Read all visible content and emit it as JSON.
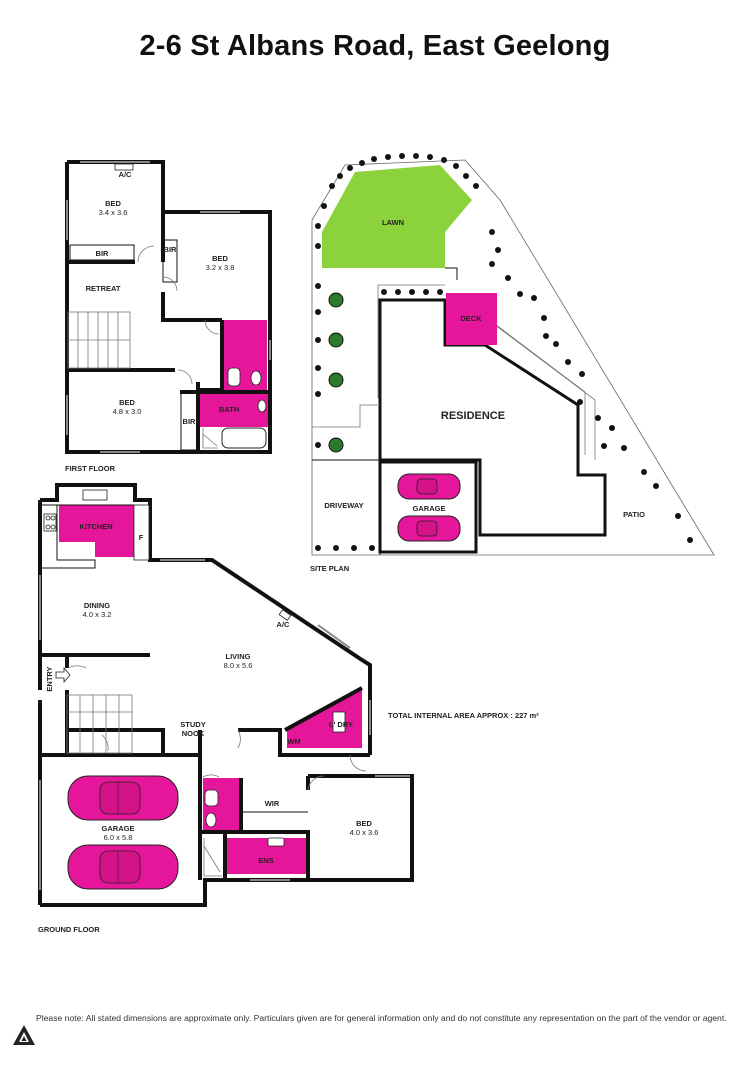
{
  "title": "2-6 St Albans Road, East Geelong",
  "first_floor": {
    "heading": "FIRST FLOOR",
    "rooms": {
      "bed1_name": "BED",
      "bed1_dim": "3.4 x 3.6",
      "bed2_name": "BED",
      "bed2_dim": "3.2 x 3.8",
      "bed3_name": "BED",
      "bed3_dim": "4.8 x 3.0",
      "retreat": "RETREAT",
      "bath": "BATH",
      "bir1": "BIR",
      "bir2": "BIR",
      "bir3": "BIR",
      "ac": "A/C"
    }
  },
  "site_plan": {
    "heading": "SITE PLAN",
    "lawn": "LAWN",
    "deck": "DECK",
    "residence": "RESIDENCE",
    "driveway": "DRIVEWAY",
    "garage": "GARAGE",
    "patio": "PATIO"
  },
  "ground_floor": {
    "heading": "GROUND FLOOR",
    "rooms": {
      "kitchen": "KITCHEN",
      "fridge": "F",
      "dining_name": "DINING",
      "dining_dim": "4.0 x 3.2",
      "living_name": "LIVING",
      "living_dim": "8.0 x 5.6",
      "ac": "A/C",
      "entry": "ENTRY",
      "study1": "STUDY",
      "study2": "NOOK",
      "laundry": "L' DRY",
      "wm": "WM",
      "garage_name": "GARAGE",
      "garage_dim": "6.0 x 5.8",
      "wir": "WIR",
      "ens": "ENS",
      "bed_name": "BED",
      "bed_dim": "4.0 x 3.6"
    }
  },
  "total_area": "TOTAL INTERNAL AREA APPROX : 227 m²",
  "disclaimer": "Please note: All stated dimensions are approximate only. Particulars given are for general information only and do not constitute any representation on the part of the vendor or agent.",
  "colors": {
    "wet_areas": "#e6169a",
    "lawn": "#8cd23c",
    "walls": "#111111"
  }
}
